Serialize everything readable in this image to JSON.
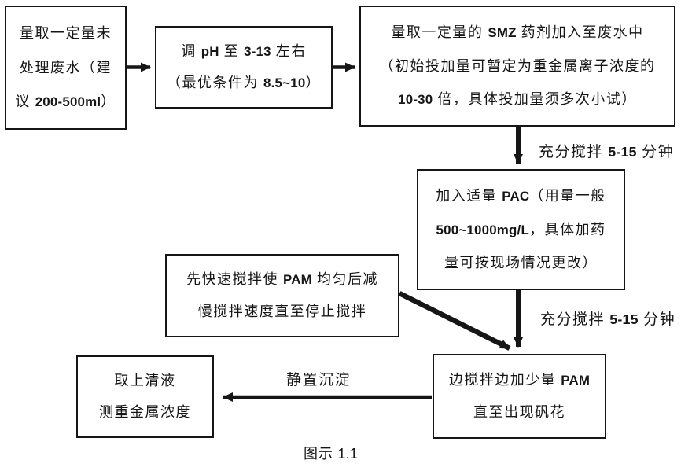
{
  "diagram": {
    "caption": "图示 1.1",
    "colors": {
      "line": "#161616",
      "text": "#161616",
      "background": "#ffffff"
    },
    "boxes": {
      "measure": {
        "lines": [
          "量取一定量未",
          "处理废水（建",
          "议 200-500ml）"
        ]
      },
      "adjust_ph": {
        "lines": [
          "调 pH 至 3-13 左右",
          "（最优条件为 8.5~10）"
        ]
      },
      "add_smz": {
        "lines": [
          "量取一定量的 SMZ 药剂加入至废水中",
          "（初始投加量可暂定为重金属离子浓度的",
          "10-30 倍，具体投加量须多次小试）"
        ]
      },
      "add_pac": {
        "lines": [
          "加入适量 PAC（用量一般",
          "500~1000mg/L，具体加药",
          "量可按现场情况更改）"
        ]
      },
      "pam_mix": {
        "lines": [
          "先快速搅拌使 PAM 均匀后减",
          "慢搅拌速度直至停止搅拌"
        ]
      },
      "add_pam": {
        "lines": [
          "边搅拌边加少量 PAM",
          "直至出现矾花"
        ]
      },
      "supernatant": {
        "lines": [
          "取上清液",
          "测重金属浓度"
        ]
      }
    },
    "labels": {
      "stir_1": "充分搅拌 5-15 分钟",
      "stir_2": "充分搅拌 5-15 分钟",
      "settle": "静置沉淀"
    }
  }
}
